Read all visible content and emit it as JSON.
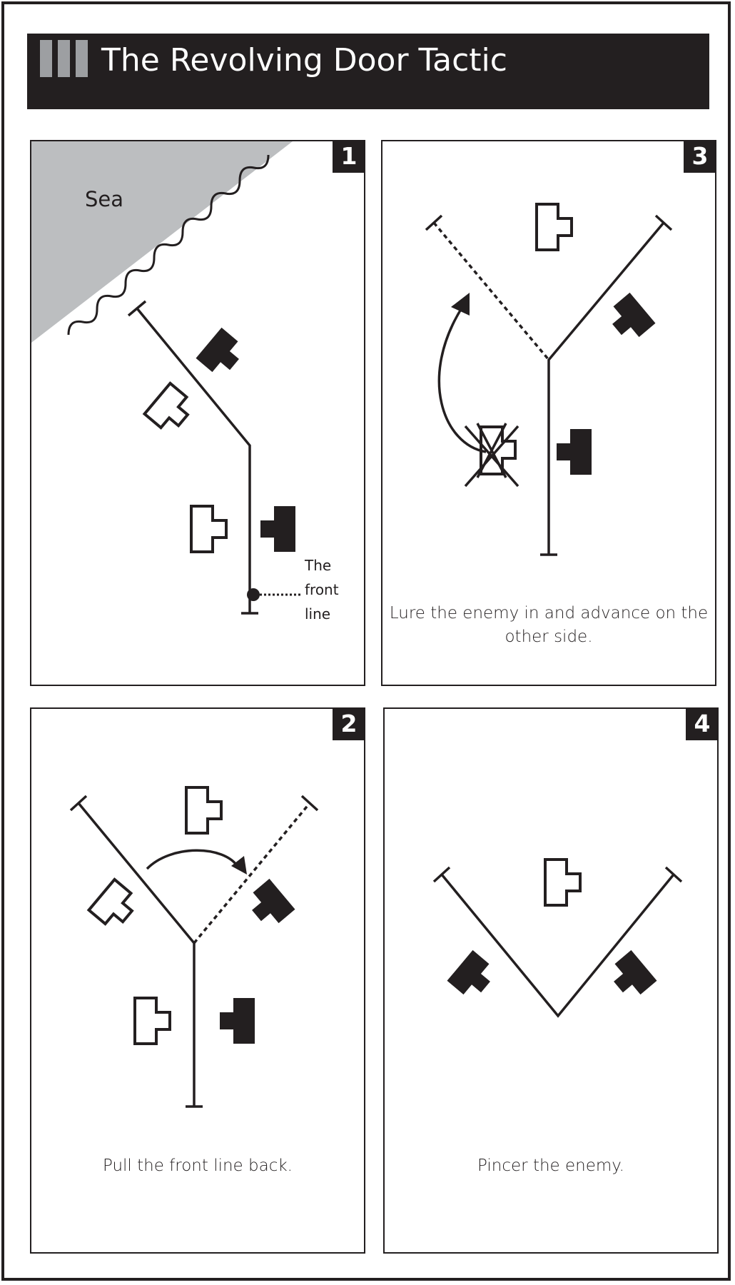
{
  "header": {
    "title": "The Revolving Door Tactic",
    "colors": {
      "background": "#231f20",
      "bars": "#9d9fa2",
      "title": "#ffffff"
    }
  },
  "panels": [
    {
      "number": "1",
      "caption": "",
      "sea_label": "Sea",
      "front_line_label": "The front line"
    },
    {
      "number": "2",
      "caption": "Pull the front line back."
    },
    {
      "number": "3",
      "caption": "Lure the enemy in and advance on the other side."
    },
    {
      "number": "4",
      "caption": "Pincer the enemy."
    }
  ],
  "colors": {
    "ink": "#231f20",
    "sea": "#bcbec0",
    "paper": "#ffffff"
  },
  "icons": [
    "friendly-unit-icon",
    "enemy-unit-icon",
    "destroyed-unit-icon",
    "curved-arrow-icon",
    "sea-wave-icon"
  ]
}
